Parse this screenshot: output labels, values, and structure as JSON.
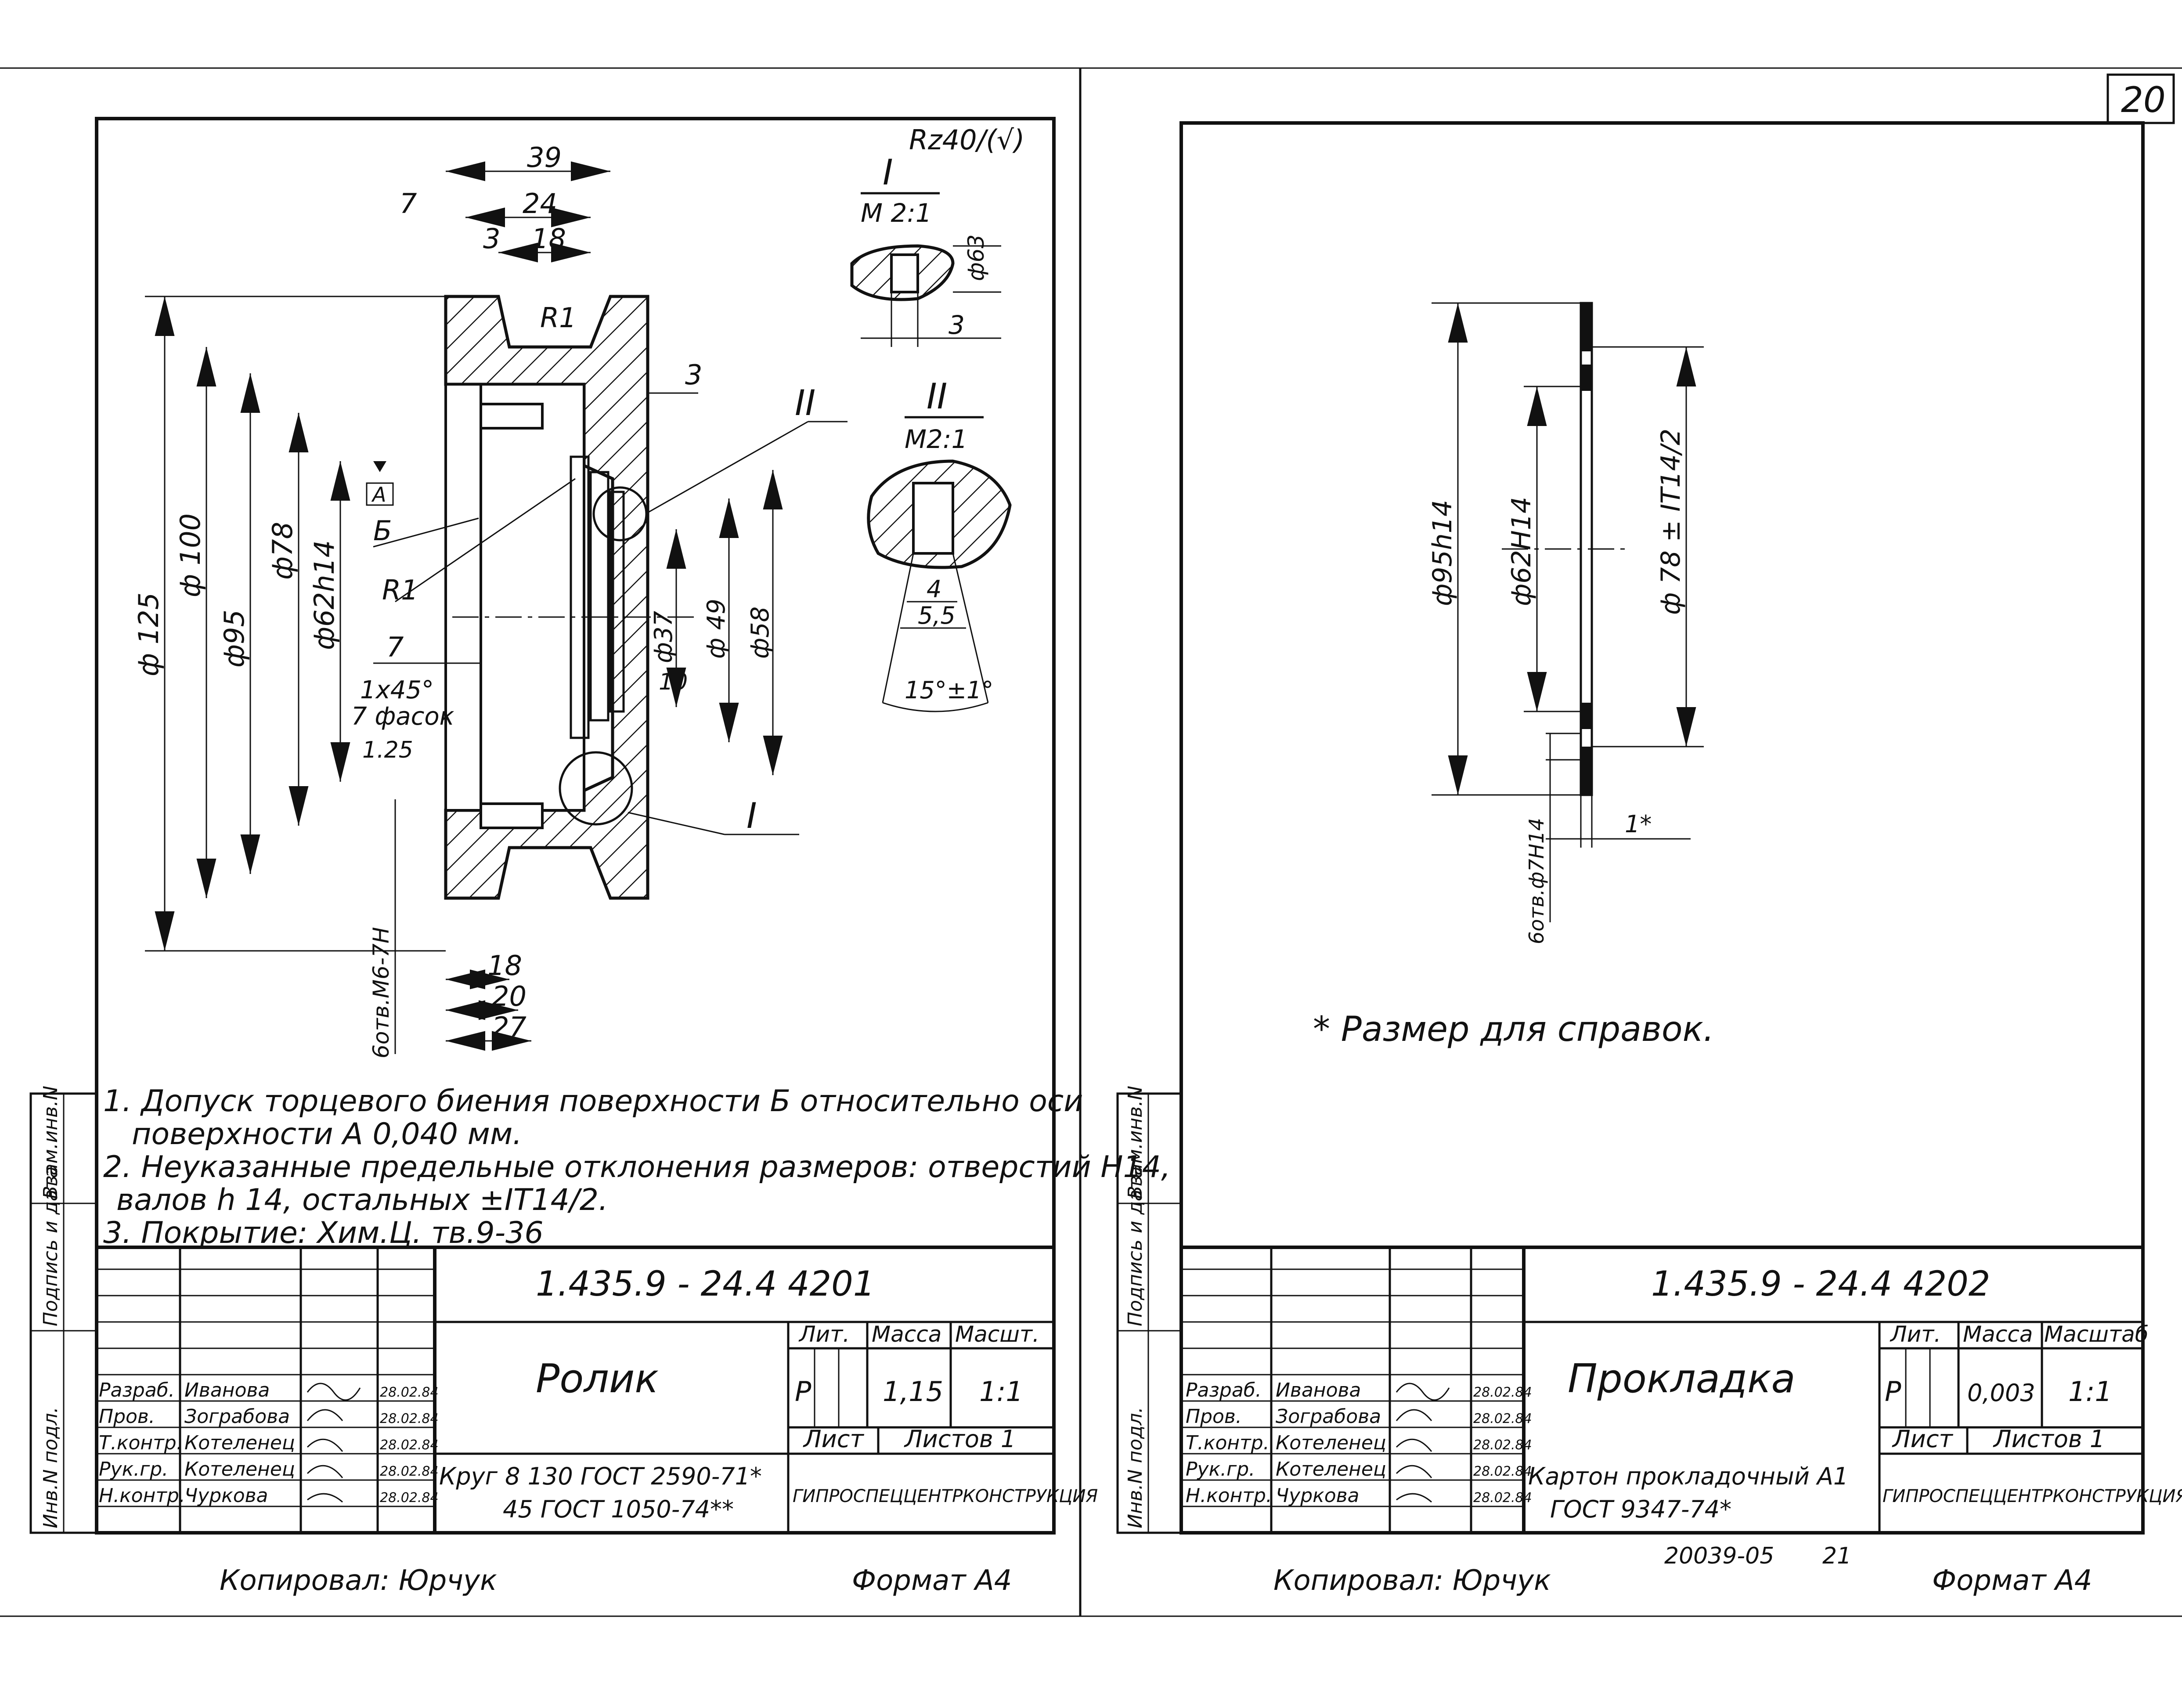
{
  "sheet_number": "20",
  "left_drawing": {
    "roughness_symbol": "Rz40/(√)",
    "dims": {
      "d125": "ф 125",
      "d100": "ф 100",
      "d95": "ф95",
      "d78": "ф78",
      "d62h14": "ф62h14",
      "d37": "ф37",
      "d49": "ф 49",
      "d58": "ф58",
      "w39": "39",
      "w24": "24",
      "w7top": "7",
      "w3": "3",
      "w18top": "18",
      "r1groove": "R1",
      "r1": "R1",
      "w3right": "3",
      "w7mid": "7",
      "chamfer": "1x45°",
      "chamfer_count": "7 фасок",
      "rough125": "1.25",
      "base_a": "A",
      "surface_b": "Б",
      "w10": "10",
      "b18": "18",
      "b20": "20",
      "b27": "27",
      "holes": "6отв.М6-7Н",
      "view1": "I",
      "view2": "II",
      "callout1": "I",
      "callout2": "II"
    },
    "detail1": {
      "title": "I",
      "scale": "M 2:1",
      "d63": "ф63",
      "w3": "3"
    },
    "detail2": {
      "title": "II",
      "scale": "M2:1",
      "w4": "4",
      "w55": "5,5",
      "angle": "15°±1°"
    },
    "notes": [
      "1. Допуск торцевого биения поверхности Б относительно оси",
      "поверхности А 0,040 мм.",
      "2. Неуказанные предельные отклонения размеров: отверстий Н14,",
      "валов h 14, остальных ±IT14/2.",
      "3. Покрытие: Хим.Ц. тв.9-36"
    ],
    "title_block": {
      "code": "1.435.9 - 24.4 4201",
      "name": "Ролик",
      "material_1": "Круг 8 130 ГОСТ 2590-71*",
      "material_2": "45 ГОСТ 1050-74**",
      "lit_header": "Лит.",
      "mass_header": "Масса",
      "scale_header": "Масшт.",
      "lit_value": "Р",
      "mass_value": "1,15",
      "scale_value": "1:1",
      "sheet_label": "Лист",
      "sheets_label": "Листов 1",
      "org": "ГИПРОСПЕЦЦЕНТРКОНСТРУКЦИЯ",
      "roles": [
        "Разраб.",
        "Пров.",
        "Т.контр.",
        "Рук.гр.",
        "Н.контр."
      ],
      "names": [
        "Иванова",
        "Зограбова",
        "Котеленец",
        "Котеленец",
        "Чуркова"
      ],
      "dates": [
        "28.02.84",
        "28.02.84",
        "28.02.84",
        "28.02.84",
        "28.02.84"
      ]
    },
    "copied": "Копировал: Юрчук",
    "format": "Формат А4"
  },
  "right_drawing": {
    "dims": {
      "d95h14": "ф95h14",
      "d62h14": "ф62H14",
      "d78": "ф 78 ± IT14/2",
      "holes": "6отв.ф7Н14",
      "thickness": "1*"
    },
    "note": "* Размер для справок.",
    "title_block": {
      "code": "1.435.9 - 24.4 4202",
      "name": "Прокладка",
      "material_1": "Картон прокладочный А1",
      "material_2": "ГОСТ 9347-74*",
      "lit_header": "Лит.",
      "mass_header": "Масса",
      "scale_header": "Масштаб",
      "lit_value": "Р",
      "mass_value": "0,003",
      "scale_value": "1:1",
      "sheet_label": "Лист",
      "sheets_label": "Листов 1",
      "org": "ГИПРОСПЕЦЦЕНТРКОНСТРУКЦИЯ",
      "roles": [
        "Разраб.",
        "Пров.",
        "Т.контр.",
        "Рук.гр.",
        "Н.контр."
      ],
      "names": [
        "Иванова",
        "Зограбова",
        "Котеленец",
        "Котеленец",
        "Чуркова"
      ],
      "dates": [
        "28.02.84",
        "28.02.84",
        "28.02.84",
        "28.02.84",
        "28.02.84"
      ]
    },
    "copied": "Копировал: Юрчук",
    "stamp": "20039-05",
    "stamp_page": "21",
    "format": "Формат А4"
  },
  "side_strip": [
    "Инв.N подл.",
    "Подпись и дата",
    "Взам.инв.N"
  ]
}
